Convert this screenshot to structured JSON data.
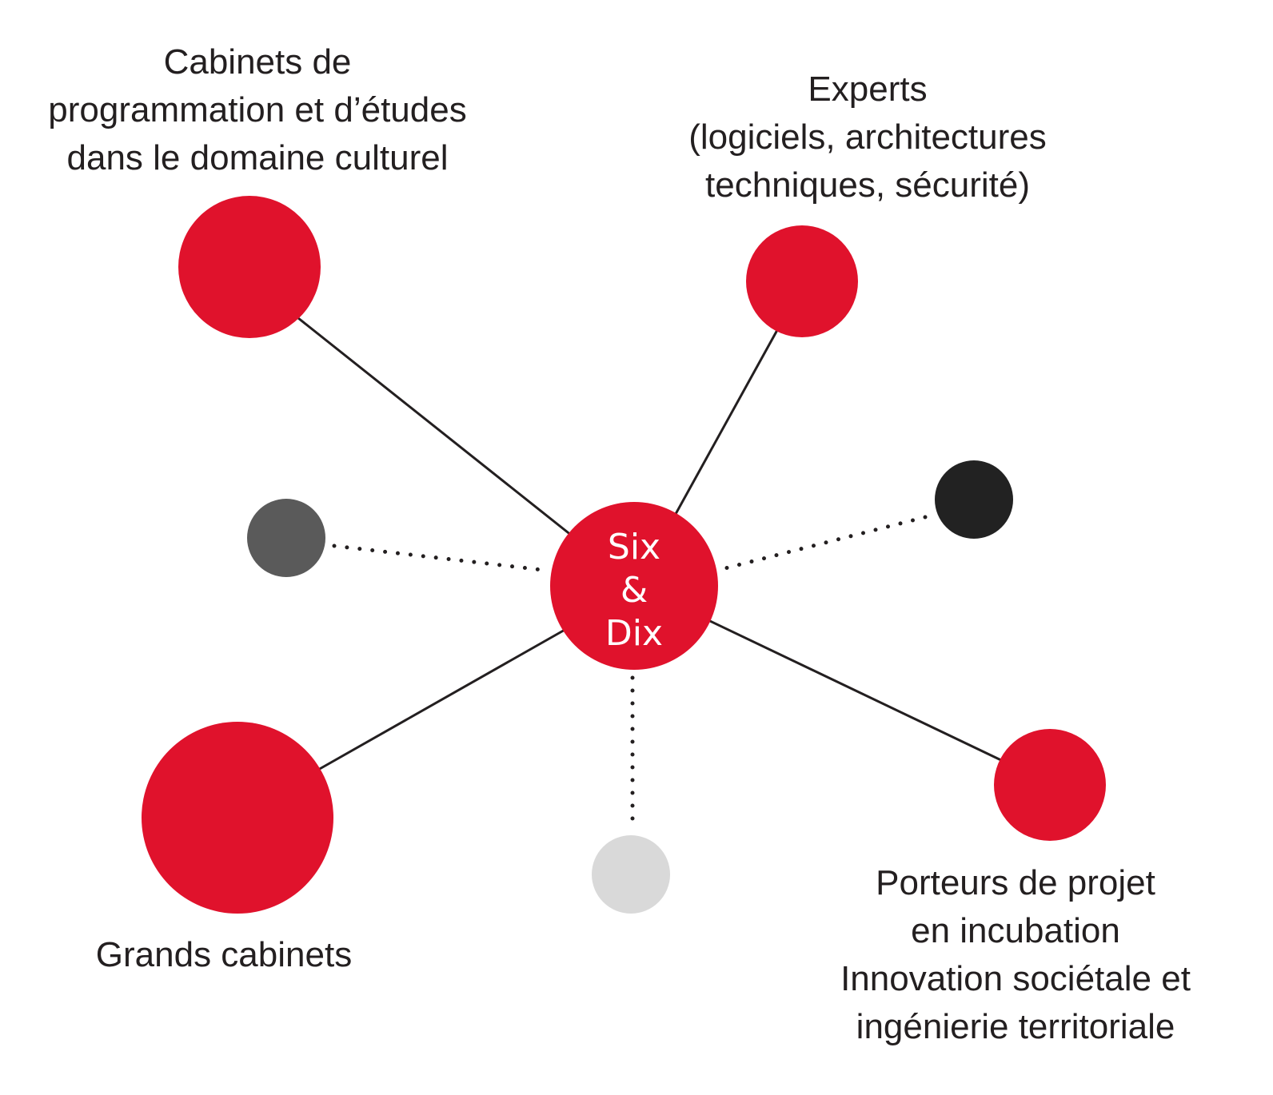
{
  "colors": {
    "accent_red": "#e0122c",
    "dark_gray": "#5a5a5a",
    "near_black": "#222222",
    "light_gray": "#d9d9d9",
    "line": "#231f20",
    "text": "#231f20"
  },
  "hub": {
    "lines": [
      "Six",
      "&",
      "Dix"
    ]
  },
  "labels": {
    "cabinets_culture": [
      "Cabinets de",
      "programmation et d’études",
      "dans le domaine culturel"
    ],
    "experts": [
      "Experts",
      "(logiciels, architectures",
      "techniques, sécurité)"
    ],
    "grands_cabinets": [
      "Grands cabinets"
    ],
    "porteurs": [
      "Porteurs de projet",
      "en incubation",
      "Innovation sociétale et",
      "ingénierie territoriale"
    ]
  }
}
